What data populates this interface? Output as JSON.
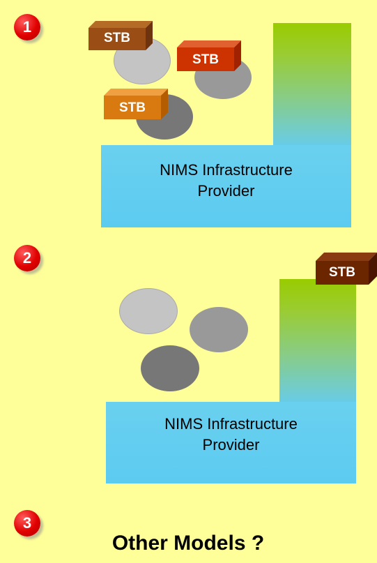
{
  "badges": [
    "1",
    "2",
    "3"
  ],
  "provider_label_line1": "NIMS Infrastructure",
  "provider_label_line2": "Provider",
  "stb_label": "STB",
  "other_models": "Other Models ?",
  "colors": {
    "background": "#FFFF99",
    "panel": "#66CCFF",
    "badge": "#E00000",
    "stb_brown": "#993300",
    "stb_red": "#CC3300",
    "stb_orange": "#CC6600"
  }
}
